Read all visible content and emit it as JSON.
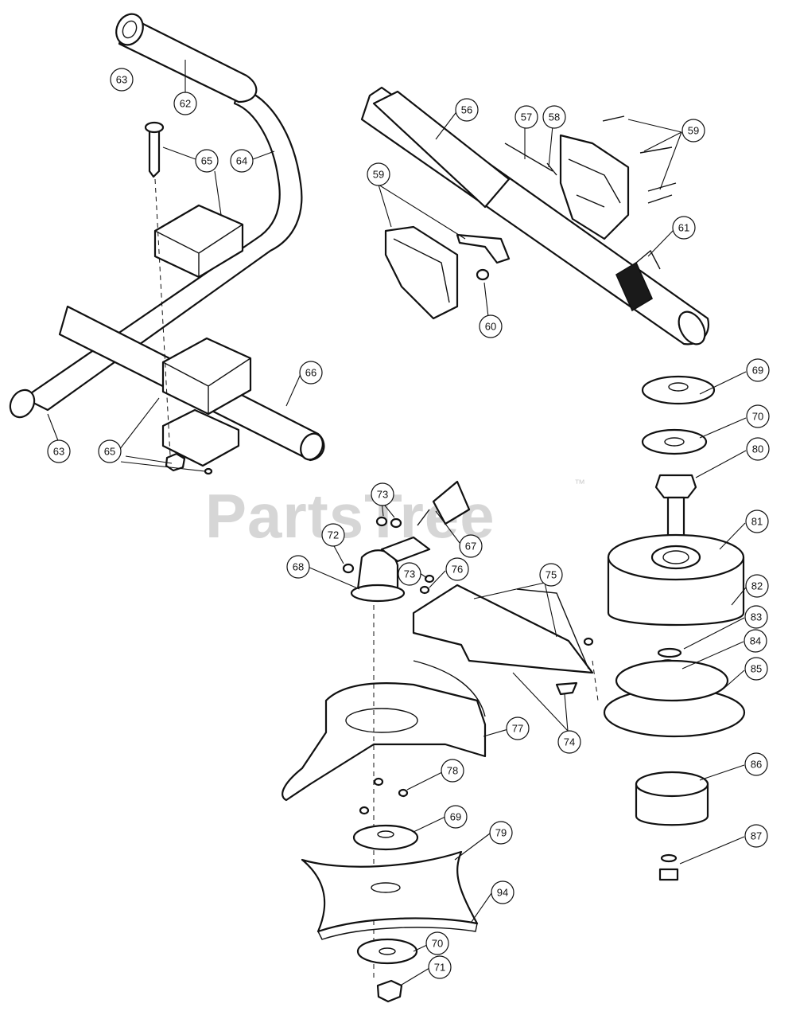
{
  "watermark": {
    "brand": "PartsTree",
    "trademark": "™"
  },
  "callouts": [
    {
      "id": "c1",
      "text": "63"
    },
    {
      "id": "c2",
      "text": "62"
    },
    {
      "id": "c3",
      "text": "65"
    },
    {
      "id": "c4",
      "text": "64"
    },
    {
      "id": "c5",
      "text": "66"
    },
    {
      "id": "c6",
      "text": "63"
    },
    {
      "id": "c7",
      "text": "65"
    },
    {
      "id": "c8",
      "text": "56"
    },
    {
      "id": "c9",
      "text": "57"
    },
    {
      "id": "c10",
      "text": "58"
    },
    {
      "id": "c11",
      "text": "59"
    },
    {
      "id": "c12",
      "text": "59"
    },
    {
      "id": "c13",
      "text": "60"
    },
    {
      "id": "c14",
      "text": "61"
    },
    {
      "id": "c15",
      "text": "69"
    },
    {
      "id": "c16",
      "text": "70"
    },
    {
      "id": "c17",
      "text": "80"
    },
    {
      "id": "c18",
      "text": "81"
    },
    {
      "id": "c19",
      "text": "82"
    },
    {
      "id": "c20",
      "text": "83"
    },
    {
      "id": "c21",
      "text": "84"
    },
    {
      "id": "c22",
      "text": "85"
    },
    {
      "id": "c23",
      "text": "86"
    },
    {
      "id": "c24",
      "text": "87"
    },
    {
      "id": "c25",
      "text": "73"
    },
    {
      "id": "c26",
      "text": "67"
    },
    {
      "id": "c27",
      "text": "72"
    },
    {
      "id": "c28",
      "text": "68"
    },
    {
      "id": "c29",
      "text": "73"
    },
    {
      "id": "c30",
      "text": "76"
    },
    {
      "id": "c31",
      "text": "75"
    },
    {
      "id": "c32",
      "text": "74"
    },
    {
      "id": "c33",
      "text": "77"
    },
    {
      "id": "c34",
      "text": "78"
    },
    {
      "id": "c35",
      "text": "69"
    },
    {
      "id": "c36",
      "text": "79"
    },
    {
      "id": "c37",
      "text": "94"
    },
    {
      "id": "c38",
      "text": "70"
    },
    {
      "id": "c39",
      "text": "71"
    }
  ]
}
